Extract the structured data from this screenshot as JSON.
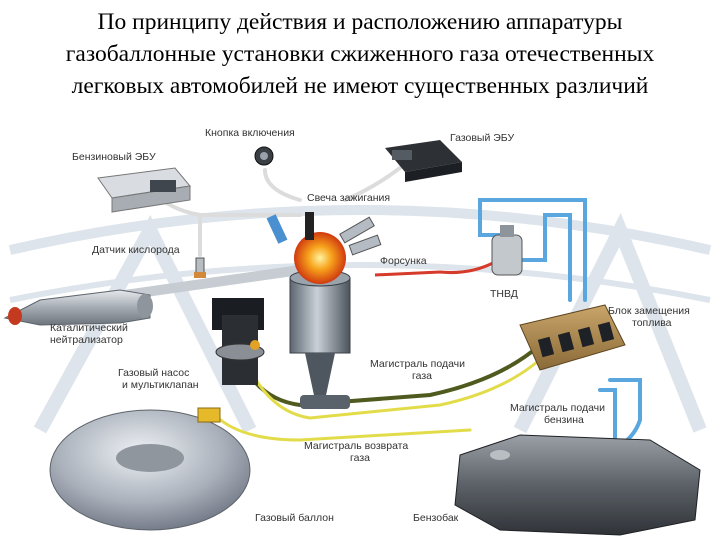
{
  "title": {
    "line1": "По принципу действия и расположению аппаратуры",
    "line2": "газобаллонные установки сжиженного газа отечественных",
    "line3": "легковых автомобилей не имеют существенных различий"
  },
  "labels": {
    "ignition_button": "Кнопка включения",
    "gas_ecu": "Газовый ЭБУ",
    "petrol_ecu": "Бензиновый ЭБУ",
    "spark_plug": "Свеча зажигания",
    "oxygen_sensor": "Датчик кислорода",
    "injector": "Форсунка",
    "hpfp": "ТНВД",
    "fuel_replacement_unit_1": "Блок замещения",
    "fuel_replacement_unit_2": "топлива",
    "catalytic_1": "Каталитический",
    "catalytic_2": "нейтрализатор",
    "gas_pump_1": "Газовый насос",
    "gas_pump_2": "и мультиклапан",
    "gas_supply_1": "Магистраль подачи",
    "gas_supply_2": "газа",
    "petrol_supply_1": "Магистраль подачи",
    "petrol_supply_2": "бензина",
    "gas_return_1": "Магистраль возврата",
    "gas_return_2": "газа",
    "gas_tank": "Газовый баллон",
    "petrol_tank": "Бензобак"
  },
  "colors": {
    "gas_line": "#e3dc4a",
    "gas_line_dark": "#4f5a1f",
    "petrol_line": "#5aa6df",
    "high_pressure_line": "#d63a2a",
    "wire": "#f2f2f2",
    "flame": "#f07a1a",
    "watermark": "#cfd9e3"
  }
}
